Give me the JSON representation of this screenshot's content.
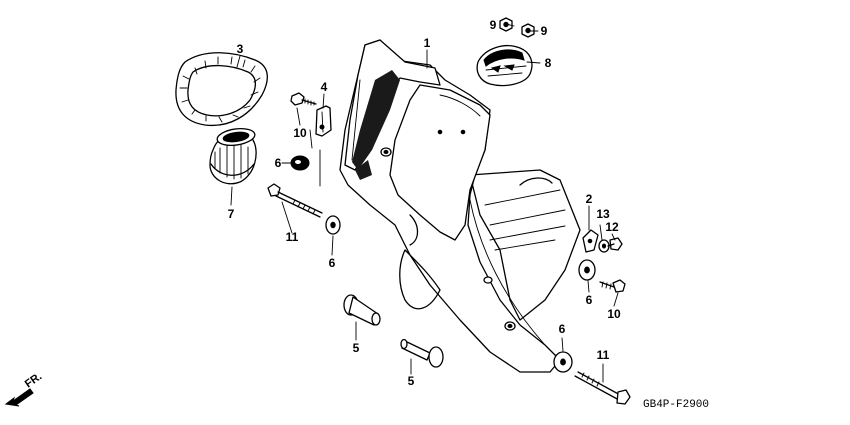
{
  "callouts": {
    "p1": "1",
    "p2": "2",
    "p3": "3",
    "p4": "4",
    "p5a": "5",
    "p5b": "5",
    "p6a": "6",
    "p6b": "6",
    "p6c": "6",
    "p6d": "6",
    "p7": "7",
    "p8": "8",
    "p9a": "9",
    "p9b": "9",
    "p10a": "10",
    "p10b": "10",
    "p11a": "11",
    "p11b": "11",
    "p12": "12",
    "p13": "13"
  },
  "direction_label": "FR.",
  "diagram_code": "GB4P-F2900",
  "icons": {
    "direction": "arrow-down-left-icon"
  }
}
